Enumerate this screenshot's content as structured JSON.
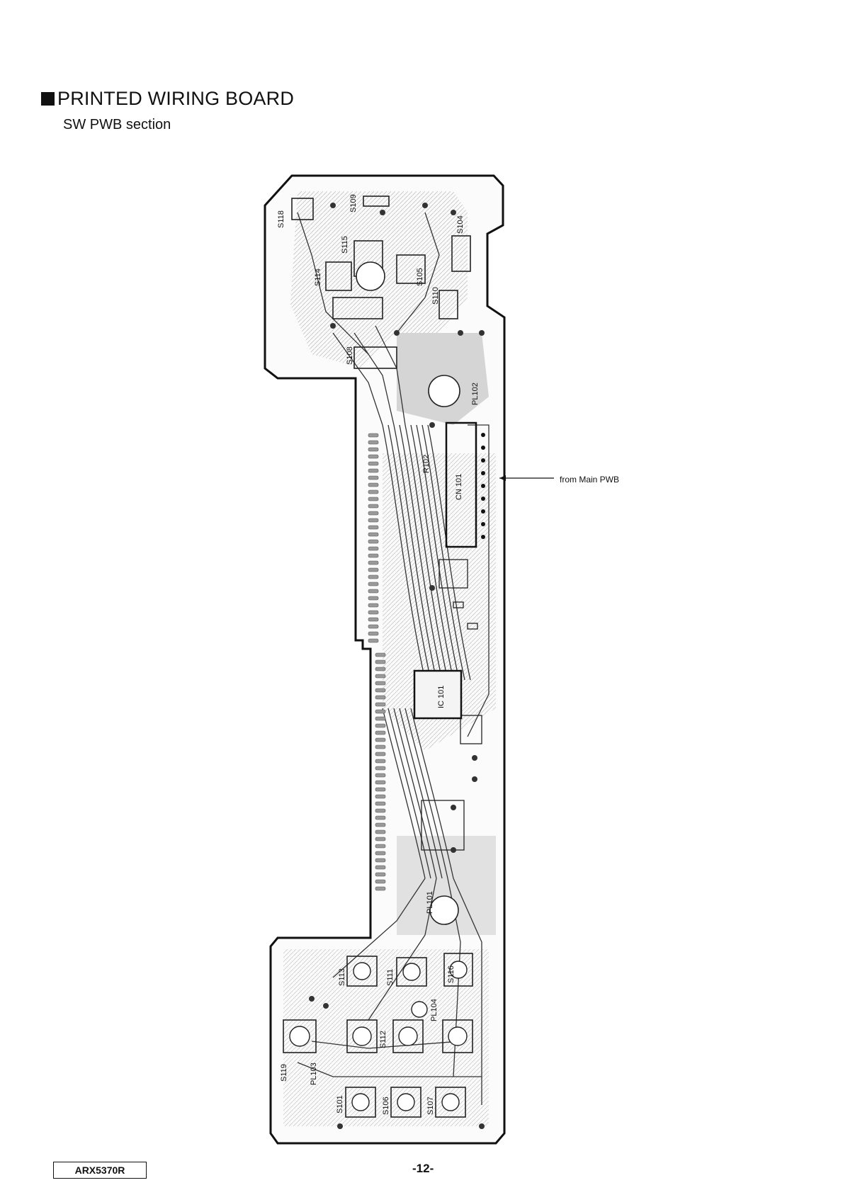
{
  "heading": "PRINTED WIRING BOARD",
  "subheading": "SW PWB section",
  "callout": "from Main PWB",
  "footer": {
    "model": "ARX5370R",
    "page": "-12-"
  },
  "component_labels": {
    "s118": "S118",
    "s109": "S109",
    "s104": "S104",
    "s115": "S115",
    "s114": "S114",
    "s105": "S105",
    "s110": "S110",
    "s108": "S108",
    "pl102": "PL102",
    "cn101": "CN 101",
    "r102": "R102",
    "ic101": "IC 101",
    "pl101": "PL101",
    "s116": "S116",
    "s111": "S111",
    "s112": "S112",
    "s113": "S113",
    "pl104": "PL104",
    "s119": "S119",
    "pl103": "PL103",
    "s101": "S101",
    "s106": "S106",
    "s107": "S107"
  }
}
